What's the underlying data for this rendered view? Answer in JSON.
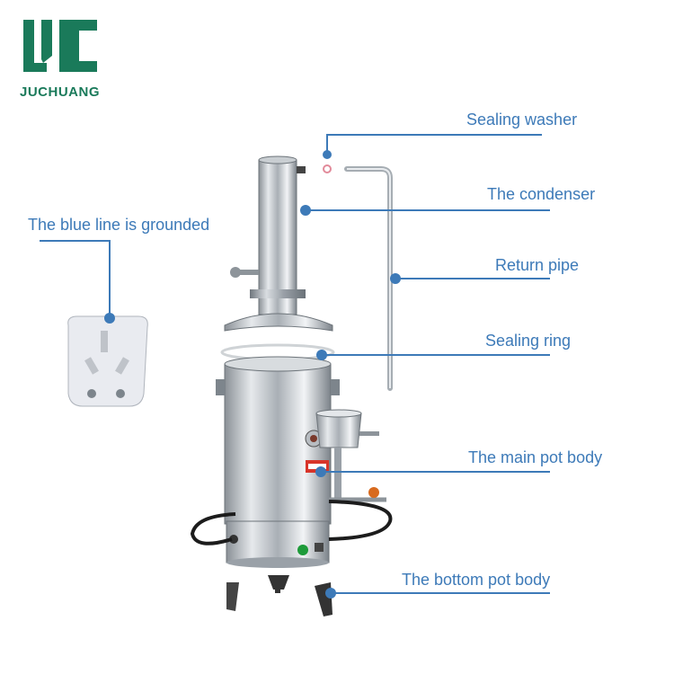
{
  "brand": {
    "name": "JUCHUANG",
    "logo_color": "#1a7a5a"
  },
  "labels": {
    "sealing_washer": "Sealing washer",
    "condenser": "The condenser",
    "grounded": "The blue line is grounded",
    "return_pipe": "Return pipe",
    "sealing_ring": "Sealing ring",
    "main_pot": "The main pot body",
    "bottom_pot": "The bottom pot body"
  },
  "colors": {
    "accent": "#3d7ab8",
    "metal": "#b8bdc2",
    "metal_dark": "#7d858c",
    "cable": "#1c1c1c",
    "plug": "#e9ebf0",
    "indicator": "#1e9b3a",
    "warning_sticker": "#d8352a"
  }
}
